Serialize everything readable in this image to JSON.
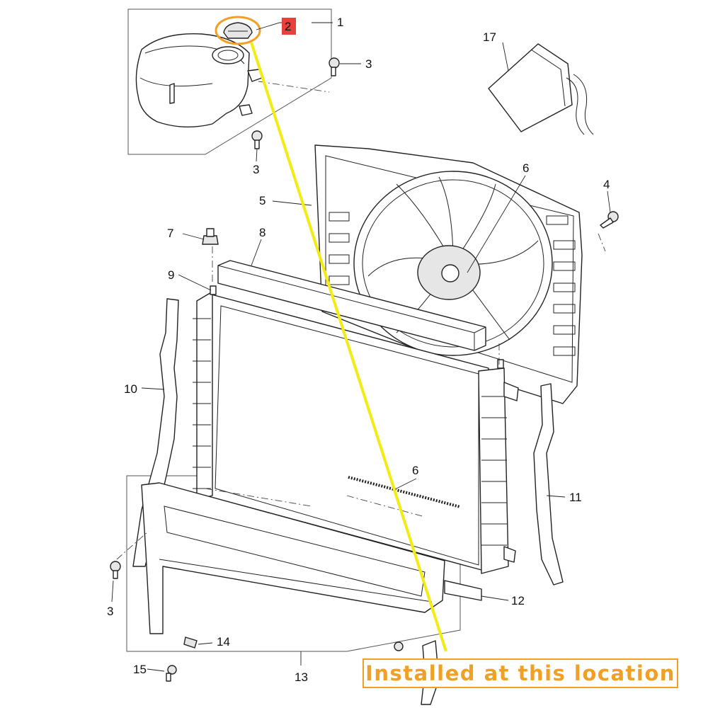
{
  "labels": {
    "p1": "1",
    "p2": "2",
    "p3a": "3",
    "p3b": "3",
    "p3c": "3",
    "p4": "4",
    "p5": "5",
    "p6a": "6",
    "p6b": "6",
    "p7": "7",
    "p8": "8",
    "p9": "9",
    "p10": "10",
    "p11": "11",
    "p12": "12",
    "p13": "13",
    "p14": "14",
    "p15": "15",
    "p17": "17"
  },
  "callout": {
    "text": "Installed at this location"
  },
  "colors": {
    "highlight": "#f0a024",
    "pointer_line": "#f2ec14",
    "label_2_box": "#e8403c"
  },
  "highlighted_part": "2"
}
